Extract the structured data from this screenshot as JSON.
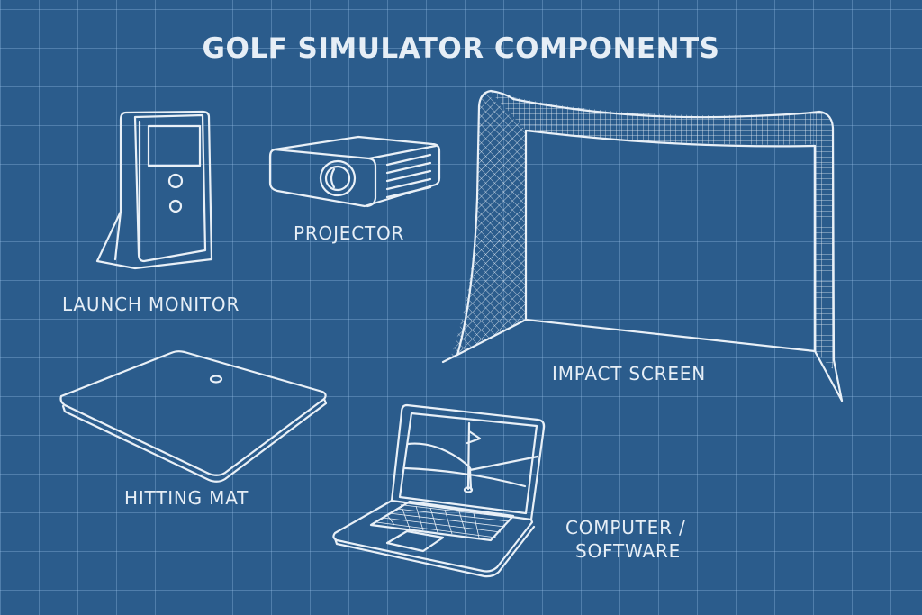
{
  "title": "GOLF SIMULATOR COMPONENTS",
  "components": [
    {
      "id": "launch-monitor",
      "label": "LAUNCH MONITOR",
      "icon": "launch-monitor-icon"
    },
    {
      "id": "projector",
      "label": "PROJECTOR",
      "icon": "projector-icon"
    },
    {
      "id": "impact-screen",
      "label": "IMPACT SCREEN",
      "icon": "impact-screen-icon"
    },
    {
      "id": "hitting-mat",
      "label": "HITTING MAT",
      "icon": "hitting-mat-icon"
    },
    {
      "id": "computer-software",
      "label_line1": "COMPUTER /",
      "label_line2": "SOFTWARE",
      "icon": "laptop-icon"
    }
  ],
  "colors": {
    "background": "#2b5c8c",
    "line": "#e9f0f7",
    "grid": "#6f9bc6"
  }
}
